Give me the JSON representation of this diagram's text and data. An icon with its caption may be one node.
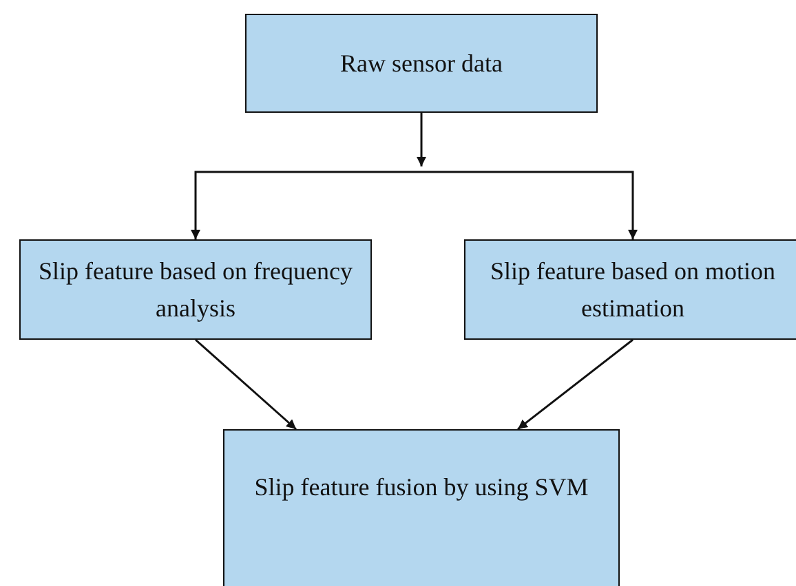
{
  "diagram": {
    "nodes": [
      {
        "text": [
          "Raw sensor data"
        ]
      },
      {
        "text": [
          "Slip feature based on frequency analysis"
        ]
      },
      {
        "text": [
          "Slip feature based on motion estimation"
        ]
      },
      {
        "text": [
          "Slip feature fusion by using SVM"
        ]
      }
    ],
    "edges": [
      {
        "from": 0,
        "to": 1,
        "arrow": "to"
      },
      {
        "from": 0,
        "to": 2,
        "arrow": "to"
      },
      {
        "from": 1,
        "to": 3,
        "arrow": "to"
      },
      {
        "from": 2,
        "to": 3,
        "arrow": "to"
      }
    ]
  }
}
